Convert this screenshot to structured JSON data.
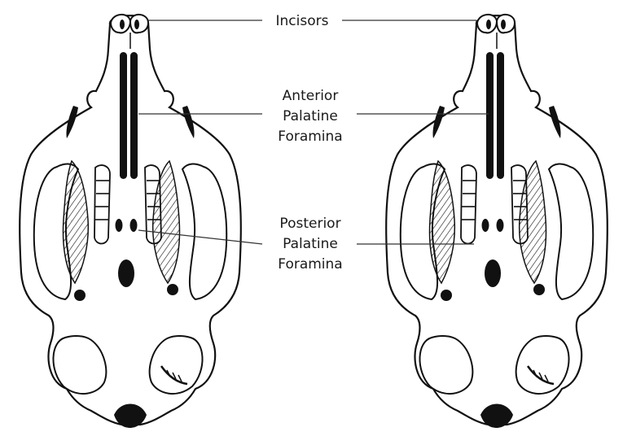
{
  "labels": {
    "incisors": "Incisors",
    "anterior": [
      "Anterior",
      "Palatine",
      "Foramina"
    ],
    "posterior": [
      "Posterior",
      "Palatine",
      "Foramina"
    ]
  },
  "colors": {
    "ink": "#111111",
    "background": "#ffffff"
  }
}
